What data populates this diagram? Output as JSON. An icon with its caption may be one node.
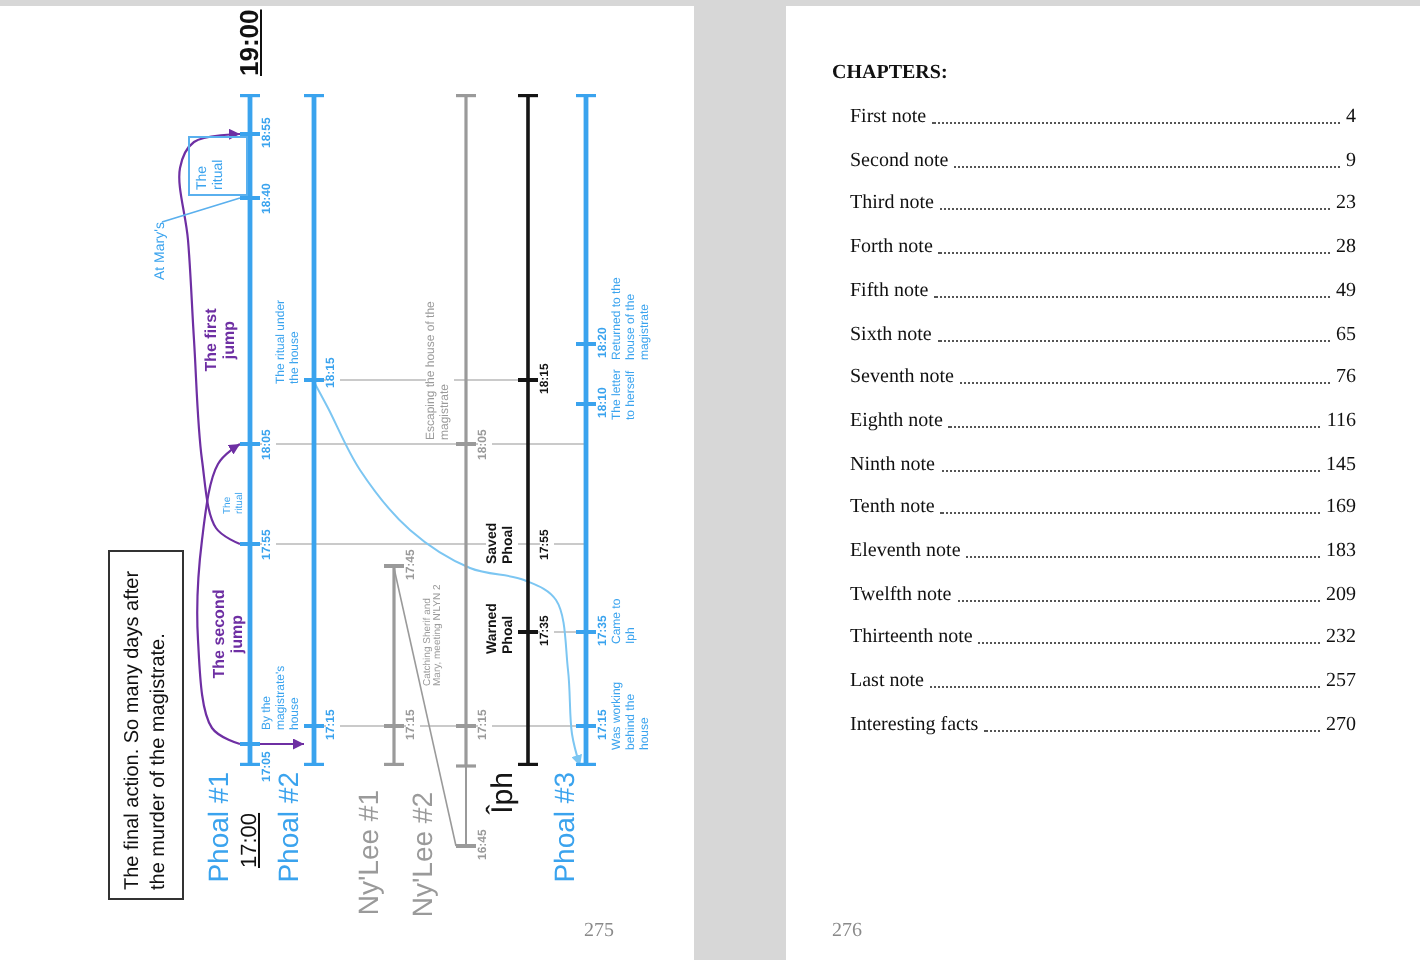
{
  "diagram": {
    "nodes": [
      {
        "text": [
          "The final action. So many days after the murder of the magistrate."
        ]
      },
      {
        "text": [
          "Phoal #1"
        ]
      },
      {
        "text": [
          "Phoal #2"
        ]
      },
      {
        "text": [
          "Ny'Lee #1"
        ]
      },
      {
        "text": [
          "Ny'Lee #2"
        ]
      },
      {
        "text": [
          "Îph"
        ]
      },
      {
        "text": [
          "Phoal #3"
        ]
      },
      {
        "text": [
          "At Mary's"
        ]
      },
      {
        "text": [
          "The ritual"
        ]
      },
      {
        "text": [],
        "shape": "bar",
        "in": 1,
        "beside": [
          "17:05"
        ]
      },
      {
        "text": [],
        "shape": "bar",
        "in": 1,
        "beside": [
          "17:55"
        ]
      },
      {
        "text": [],
        "shape": "bar",
        "in": 1,
        "beside": [
          "18:05"
        ]
      },
      {
        "text": [],
        "shape": "bar",
        "in": 1,
        "beside": [
          "18:40"
        ]
      },
      {
        "text": [],
        "shape": "bar",
        "in": 1,
        "beside": [
          "18:55"
        ]
      },
      {
        "text": [],
        "shape": "bar",
        "in": 2,
        "beside": [
          "By the magistrate's house",
          "17:15"
        ]
      },
      {
        "text": [],
        "shape": "bar",
        "in": 2,
        "beside": [
          "The ritual under the house",
          "18:15"
        ]
      },
      {
        "text": [],
        "shape": "bar",
        "in": 3,
        "beside": [
          "17:15"
        ]
      },
      {
        "text": [],
        "shape": "bar",
        "in": 3,
        "beside": [
          "17:45"
        ]
      },
      {
        "text": [],
        "shape": "bar",
        "in": 4,
        "beside": [
          "16:45"
        ]
      },
      {
        "text": [],
        "shape": "bar",
        "in": 4,
        "beside": [
          "17:15"
        ]
      },
      {
        "text": [],
        "shape": "bar",
        "in": 4,
        "beside": [
          "Escaping the house of the magistrate",
          "18:05"
        ]
      },
      {
        "text": [],
        "shape": "bar",
        "in": 5,
        "beside": [
          "Warned Phoal",
          "17:35"
        ]
      },
      {
        "text": [],
        "shape": "bar",
        "in": 5,
        "beside": [
          "18:15"
        ]
      },
      {
        "text": [],
        "shape": "bar",
        "in": 6,
        "beside": [
          "17:15",
          "Was working behind the house"
        ]
      },
      {
        "text": [],
        "shape": "bar",
        "in": 6,
        "beside": [
          "17:35",
          "Came to Iph"
        ]
      },
      {
        "text": [],
        "shape": "bar",
        "in": 6,
        "beside": [
          "18:10",
          "The letter to herself"
        ]
      },
      {
        "text": [],
        "shape": "bar",
        "in": 6,
        "beside": [
          "18:20",
          "Returned to the house of the magistrate"
        ]
      }
    ],
    "edges": [
      {
        "from": 9,
        "to": 11,
        "arrow": "to",
        "label": "The second jump"
      },
      {
        "from": 10,
        "to": 13,
        "arrow": "to",
        "label": "The first jump"
      },
      {
        "from": 9,
        "to": 2,
        "arrow": "to"
      },
      {
        "from": 7,
        "to": 12,
        "arrow": "none",
        "color": "#5ab0ee"
      },
      {
        "from": 17,
        "to": 18,
        "arrow": "none",
        "label": "Catching Sherif and Mary, meeting N'LYN 2",
        "color": "#9a9a9a"
      },
      {
        "from": 15,
        "to": 6,
        "arrow": "to",
        "color": "#7cc6f2"
      }
    ],
    "labels": [
      "19:00",
      "The ritual",
      "17:00",
      "Saved Phoal",
      "17:55",
      "275",
      "CHAPTERS:",
      "First note",
      "4",
      "Second note",
      "9",
      "Third note",
      "23",
      "Forth note",
      "28",
      "Fifth note",
      "49",
      "Sixth note",
      "65",
      "Seventh note",
      "76",
      "Eighth note",
      "116",
      "Ninth note",
      "145",
      "Tenth note",
      "169",
      "Eleventh note",
      "183",
      "Twelfth note",
      "209",
      "Thirteenth note",
      "232",
      "Last note",
      "257",
      "Interesting facts",
      "270",
      "276"
    ]
  }
}
